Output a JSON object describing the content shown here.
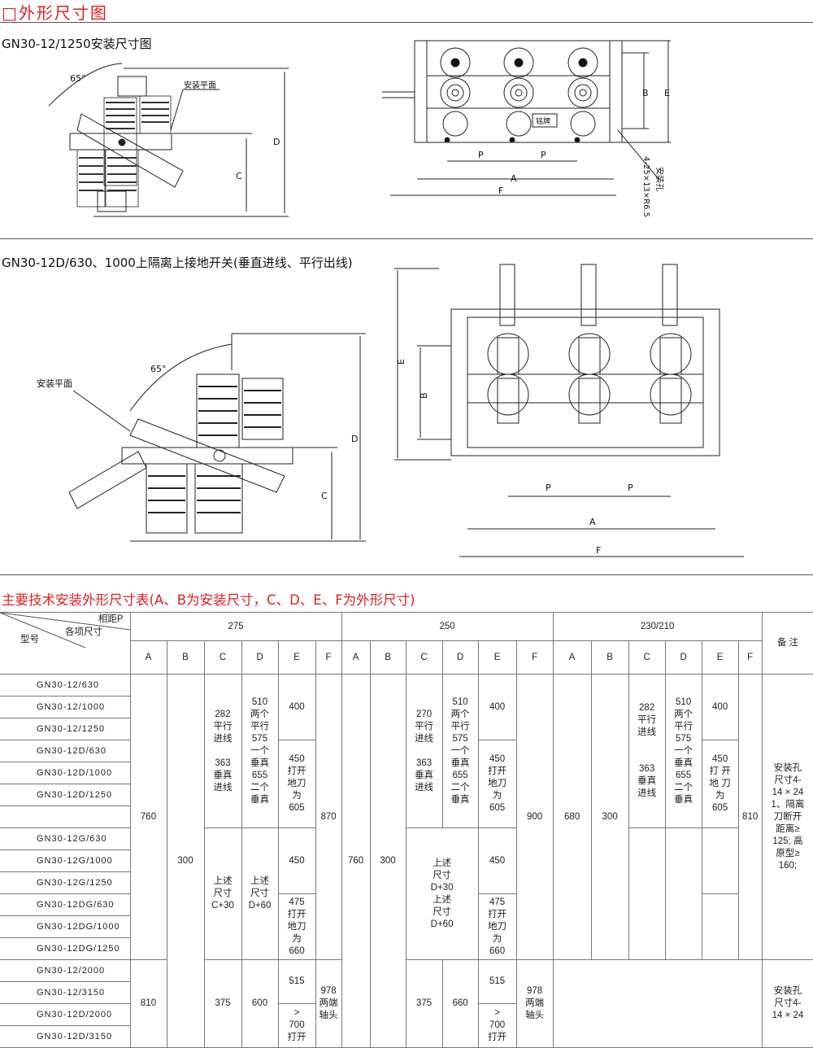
{
  "section_title": "□外形尺寸图",
  "drawing1": {
    "title": "GN30-12/1250安装尺寸图",
    "angle": "65°",
    "mount_plane": "安装平面",
    "dims": [
      "C",
      "D"
    ]
  },
  "drawing2": {
    "dims": [
      "P",
      "P",
      "A",
      "F",
      "B",
      "E"
    ],
    "nameplate": "铭牌",
    "hole_label": "安装孔",
    "hole_spec": "4-25×13×R6.5"
  },
  "drawing3": {
    "title": "GN30-12D/630、1000上隔离上接地开关(垂直进线、平行出线)",
    "angle": "65°",
    "mount_plane": "安装平面",
    "dims": [
      "C",
      "D"
    ]
  },
  "drawing4": {
    "dims": [
      "E",
      "B",
      "P",
      "P",
      "A",
      "F"
    ]
  },
  "table": {
    "title": "主要技术安装外形尺寸表(A、B为安装尺寸，C、D、E、F为外形尺寸)",
    "corner": {
      "spacing": "相距P",
      "dims": "各项尺寸",
      "model": "型号"
    },
    "groups": [
      "275",
      "250",
      "230/210"
    ],
    "note_header": "备 注",
    "cols": [
      "A",
      "B",
      "C",
      "D",
      "E",
      "F"
    ],
    "models": [
      "GN30-12/630",
      "GN30-12/1000",
      "GN30-12/1250",
      "GN30-12D/630",
      "GN30-12D/1000",
      "GN30-12D/1250",
      "",
      "GN30-12G/630",
      "GN30-12G/1000",
      "GN30-12G/1250",
      "GN30-12DG/630",
      "GN30-12DG/1000",
      "GN30-12DG/1250",
      "GN30-12/2000",
      "GN30-12/3150",
      "GN30-12D/2000",
      "GN30-12D/3150"
    ],
    "g275": {
      "A1": "760",
      "A2": "810",
      "B": "300",
      "C1": "282\n平行\n进线\n\n363\n垂真\n进线",
      "D1": "510\n两个\n平行\n575\n一个\n垂真\n655\n二个\n垂真",
      "E1": "400",
      "E2": "450\n打开\n地刀\n为\n605",
      "F1": "870",
      "C2": "上述\n尺寸\nC+30",
      "D2": "上述\n尺寸\nD+60",
      "E3": "450",
      "E4": "475\n打开\n地刀\n为\n660",
      "C3": "375",
      "D3": "600",
      "E5": "515",
      "E6": ">\n700\n打开",
      "F2": "978\n两端\n轴头"
    },
    "g250": {
      "A": "760",
      "B": "300",
      "C1": "270\n平行\n进线\n\n363\n垂真\n进线",
      "D1": "510\n两个\n平行\n575\n一个\n垂真\n655\n二个\n垂真",
      "E1": "400",
      "E2": "450\n打开\n地刀\n为\n605",
      "F1": "900",
      "CD2": "上述\n尺寸\nD+30\n上述\n尺寸\nD+60",
      "E3": "450",
      "E4": "475\n打开\n地刀\n为\n660",
      "C3": "375",
      "D3": "660",
      "E5": "515",
      "E6": ">\n700\n打开",
      "F2": "978\n两端\n轴头"
    },
    "g230": {
      "A": "680",
      "B": "300",
      "C1": "282\n平行\n进线\n\n\n363\n垂真\n进线",
      "D1": "510\n两个\n平行\n575\n一个\n垂真\n655\n二个\n垂真",
      "E1": "400",
      "E2": "450\n打 开\n地 刀\n为\n605",
      "F": "810"
    },
    "note1": "安装孔\n尺寸4-\n14 × 24\n1、隔离\n刀断开\n距离≥\n125; 高\n原型≥\n160;",
    "note2": "安装孔\n尺寸4-\n14 × 24"
  }
}
